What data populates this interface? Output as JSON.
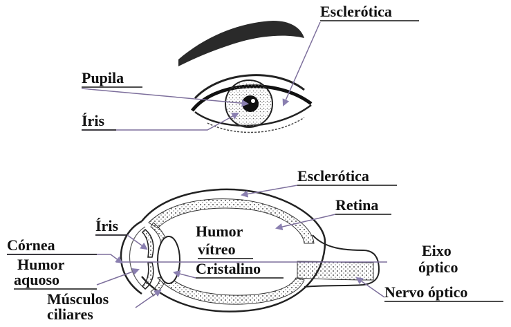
{
  "outer_eye": {
    "labels": {
      "sclera": "Esclerótica",
      "pupil": "Pupila",
      "iris": "Íris"
    }
  },
  "cross_section": {
    "labels": {
      "sclera": "Esclerótica",
      "retina": "Retina",
      "iris": "Íris",
      "vitreous_line1": "Humor",
      "vitreous_line2": "vítreo",
      "cornea": "Córnea",
      "optic_axis_line1": "Eixo",
      "optic_axis_line2": "óptico",
      "aqueous_line1": "Humor",
      "aqueous_line2": "aquoso",
      "lens": "Cristalino",
      "optic_nerve": "Nervo óptico",
      "ciliary_line1": "Músculos",
      "ciliary_line2": "ciliares"
    }
  },
  "colors": {
    "ink": "#111111",
    "leader": "#7d6f9c",
    "leader_arrow": "#8a7fb0",
    "shade": "#6a6a6a"
  }
}
